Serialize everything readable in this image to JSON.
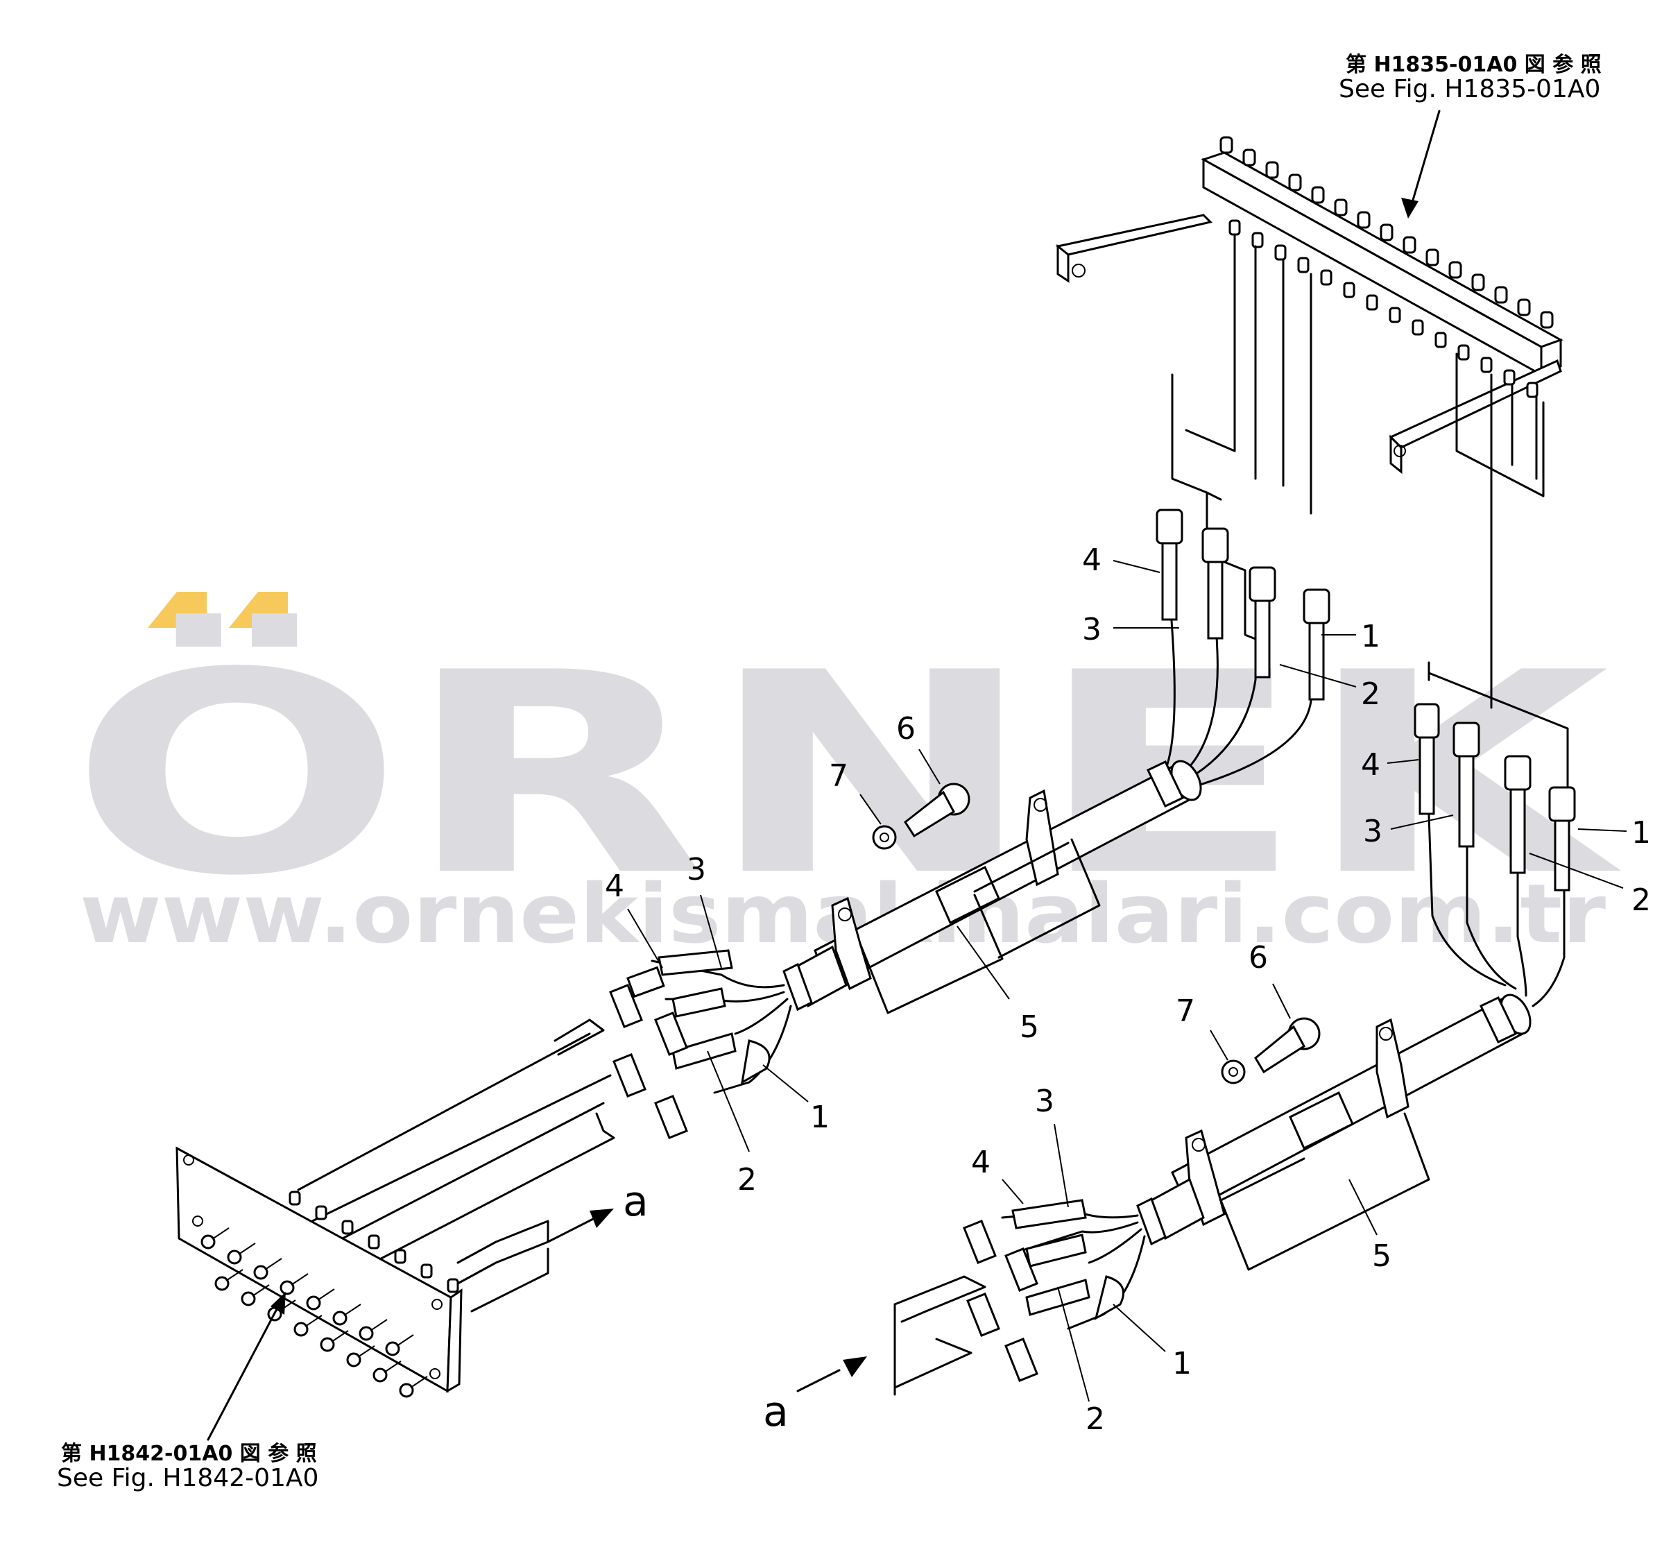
{
  "watermark": {
    "brand": "ÖRNEK",
    "url": "www.ornekismakinalari.com.tr",
    "color": "#dcdce0",
    "accent": "#f6c95a"
  },
  "references": {
    "top_right_jp": "第 H1835-01A0 図 参 照",
    "top_right_en": "See Fig. H1835-01A0",
    "bottom_left_jp": "第 H1842-01A0 図 参 照",
    "bottom_left_en": "See Fig. H1842-01A0"
  },
  "view_marker": "a",
  "callouts": {
    "upper_left_group": [
      "4",
      "3",
      "1",
      "2"
    ],
    "upper_right_group": [
      "4",
      "3",
      "1",
      "2"
    ],
    "left_assembly": [
      "4",
      "3",
      "1",
      "2",
      "5",
      "6",
      "7"
    ],
    "right_assembly": [
      "4",
      "3",
      "1",
      "2",
      "5",
      "6",
      "7"
    ]
  }
}
